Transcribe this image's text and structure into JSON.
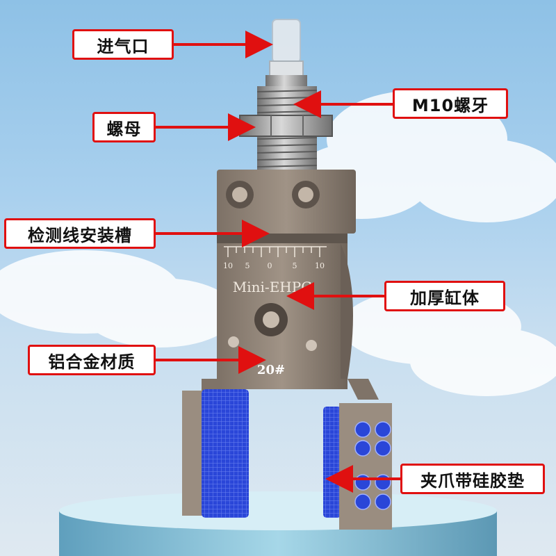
{
  "image": {
    "description_free": true,
    "labels": {
      "inlet": "进气口",
      "thread": "M10螺牙",
      "nut": "螺母",
      "sensor_slot": "检测线安装槽",
      "cylinder": "加厚缸体",
      "material": "铝合金材质",
      "pad": "夹爪带硅胶垫"
    },
    "body_text": {
      "model": "Mini-EHPG",
      "size": "20#",
      "scale_ticks": [
        "10",
        "5",
        "0",
        "5",
        "10"
      ]
    },
    "colors": {
      "label_border": "#e01010",
      "arrow": "#e01010",
      "metal": "#8f8275",
      "pad": "#2a46d8"
    }
  }
}
